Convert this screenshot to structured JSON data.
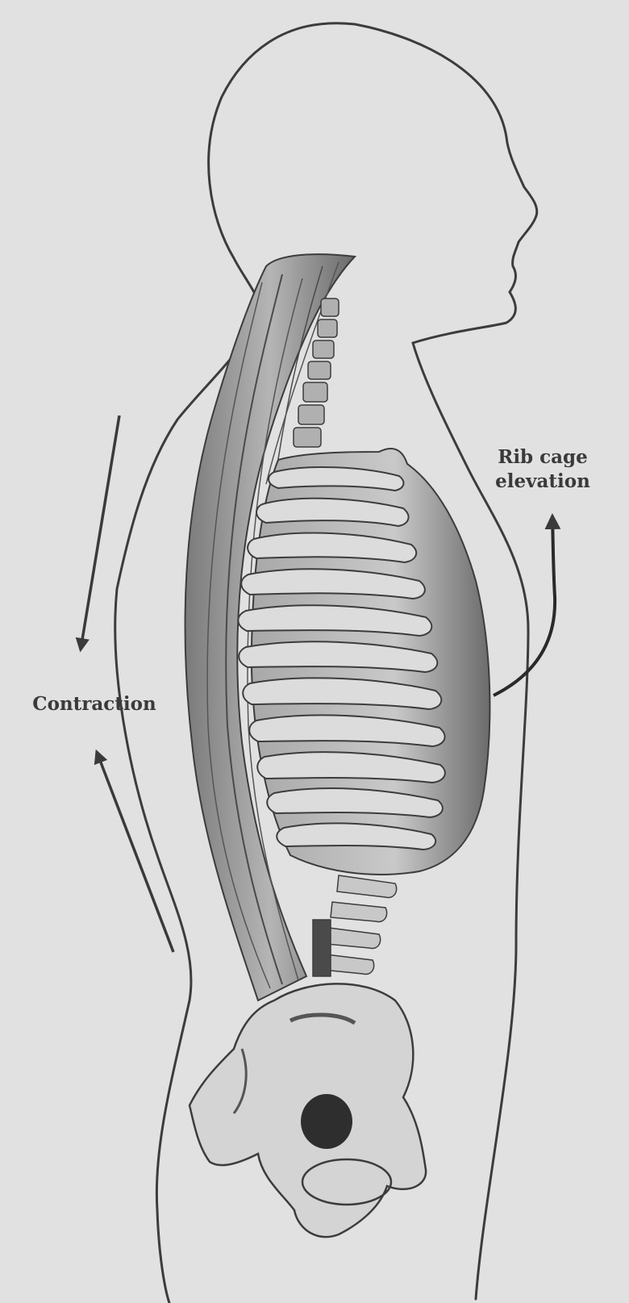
{
  "labels": {
    "contraction": "Contraction",
    "rib_cage_line1": "Rib cage",
    "rib_cage_line2": "elevation"
  },
  "colors": {
    "background": "#e1e1e1",
    "ink": "#3a3a3a",
    "rib_fill": "#dcdcdc",
    "shadow": "#5a5a5a"
  }
}
